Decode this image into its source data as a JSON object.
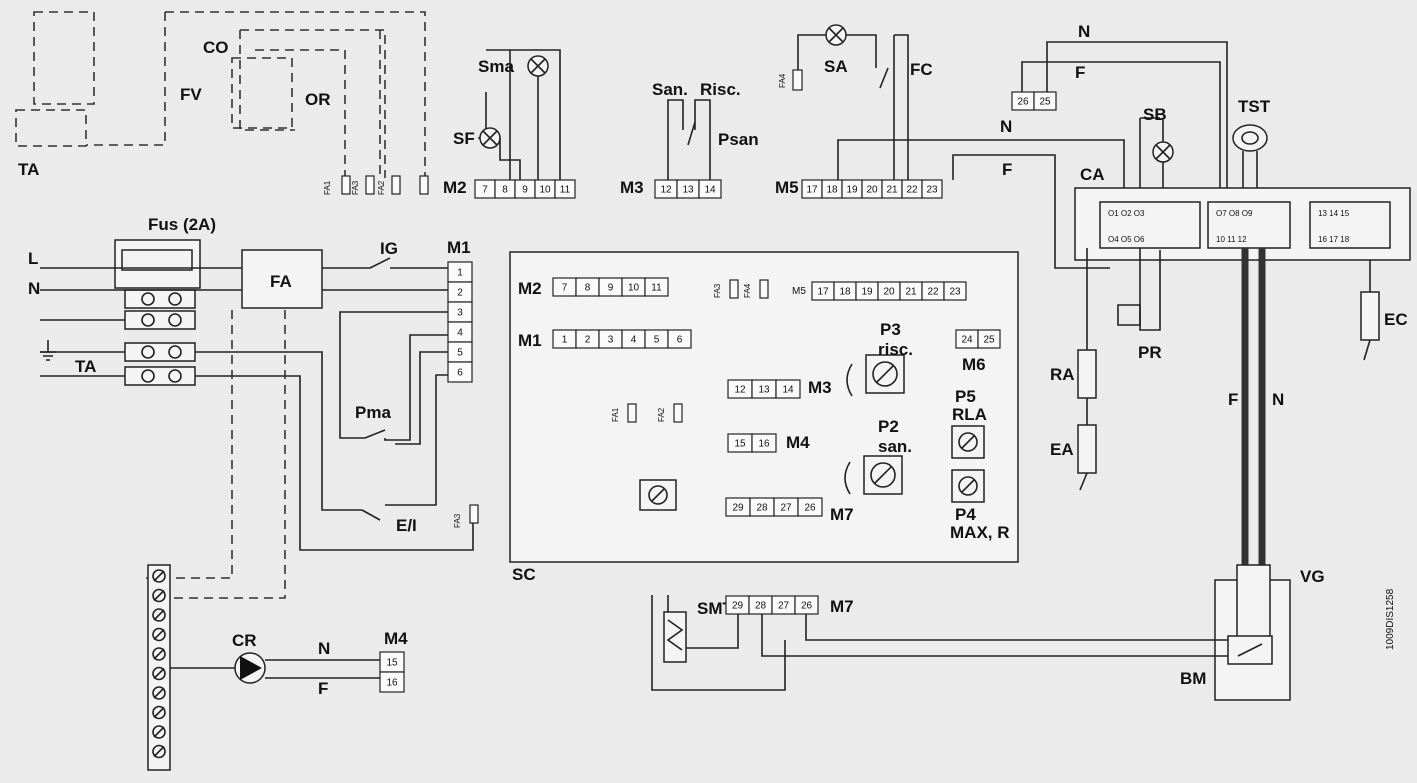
{
  "labels": {
    "ta_top": "TA",
    "co": "CO",
    "fv": "FV",
    "or": "OR",
    "fa1": "FA1",
    "fa2": "FA2",
    "fa3": "FA3",
    "fa4": "FA4",
    "m2": "M2",
    "m3": "M3",
    "m5": "M5",
    "m1": "M1",
    "m4": "M4",
    "m6": "M6",
    "m7": "M7",
    "sma": "Sma",
    "sf": "SF",
    "san": "San.",
    "risc": "Risc.",
    "psan": "Psan",
    "sa": "SA",
    "fc": "FC",
    "n": "N",
    "f": "F",
    "sb": "SB",
    "tst": "TST",
    "ca": "CA",
    "fus": "Fus (2A)",
    "l": "L",
    "fa": "FA",
    "ig": "IG",
    "ta_left": "TA",
    "pma": "Pma",
    "ei": "E/I",
    "cr": "CR",
    "sc": "SC",
    "smt": "SMT",
    "bm": "BM",
    "vg": "VG",
    "ra": "RA",
    "ea": "EA",
    "pr": "PR",
    "ec": "EC",
    "p3": "P3",
    "p3sub": "risc.",
    "p2": "P2",
    "p2sub": "san.",
    "p5": "P5",
    "p5sub": "RLA",
    "p4": "P4",
    "p4sub": "MAX, R",
    "docid": "1009DIS1258"
  },
  "terminals": {
    "m2": [
      "7",
      "8",
      "9",
      "10",
      "11"
    ],
    "m3": [
      "12",
      "13",
      "14"
    ],
    "m5": [
      "17",
      "18",
      "19",
      "20",
      "21",
      "22",
      "23"
    ],
    "m6": [
      "24",
      "25"
    ],
    "m6top": [
      "26",
      "25"
    ],
    "m1": [
      "1",
      "2",
      "3",
      "4",
      "5",
      "6"
    ],
    "m4": [
      "15",
      "16"
    ],
    "m7": [
      "29",
      "28",
      "27",
      "26"
    ],
    "m7ext": [
      "29",
      "28",
      "27",
      "26"
    ],
    "m4ext": [
      "15",
      "16"
    ],
    "m1ext": [
      "1",
      "2",
      "3",
      "4",
      "5",
      "6"
    ]
  }
}
